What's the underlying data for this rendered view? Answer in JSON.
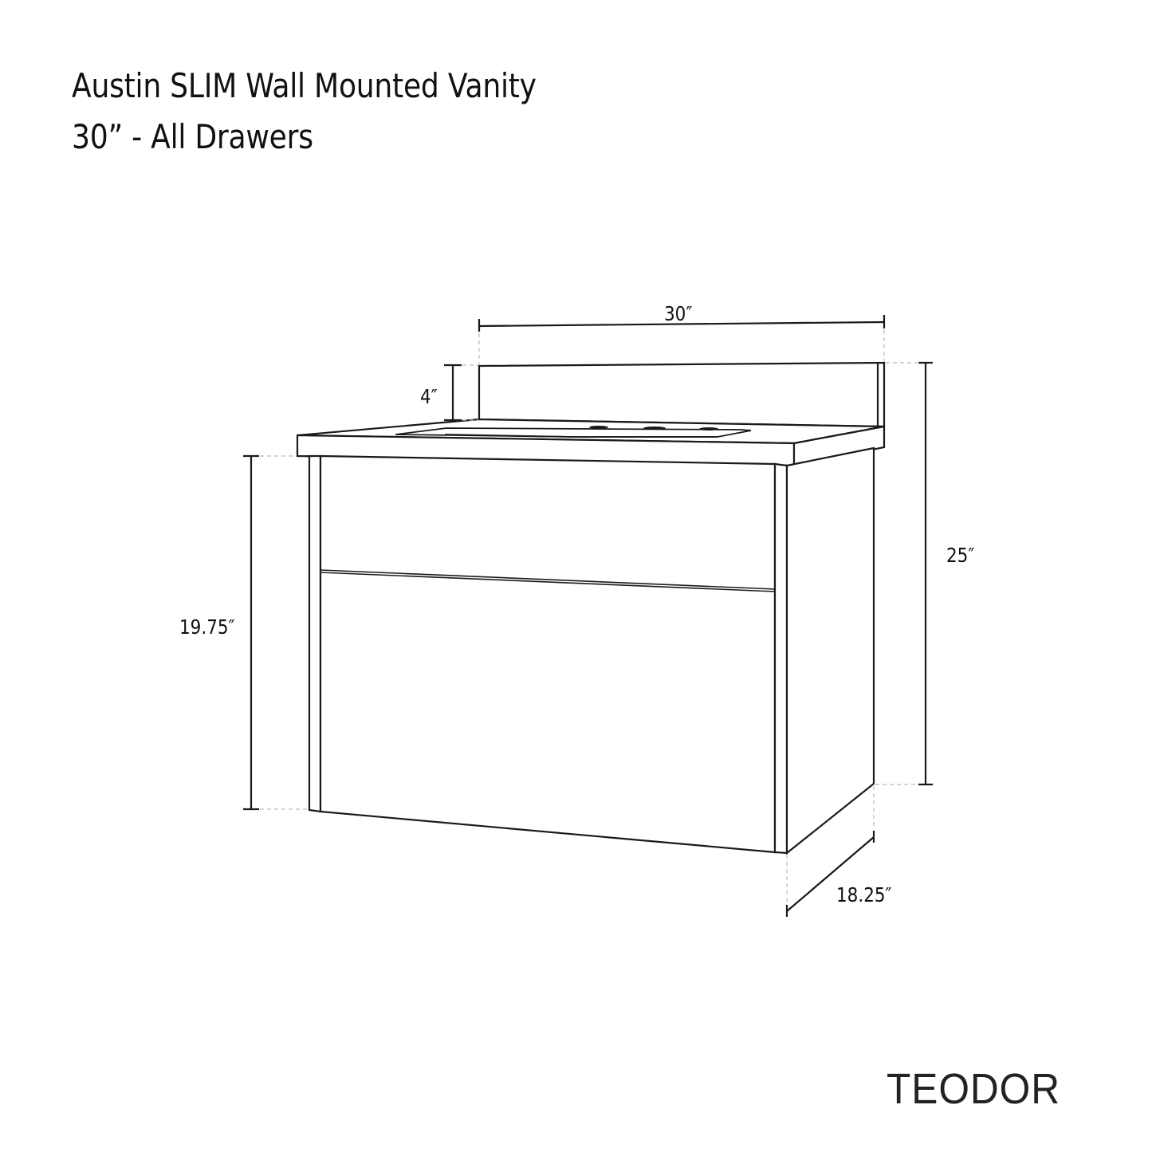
{
  "header": {
    "title": "Austin SLIM Wall Mounted Vanity",
    "subtitle": "30”  - All Drawers"
  },
  "brand": {
    "logo_text": "TEODOR"
  },
  "diagram": {
    "type": "dimension-line-drawing",
    "subject": "wall mounted vanity with backsplash, countertop with undermount sink and 3 faucet holes, two drawers",
    "dimensions": {
      "width": "30″",
      "backsplash_height": "4″",
      "cabinet_height": "19.75″",
      "total_height": "25″",
      "depth": "18.25″"
    },
    "line_color": "#1a1a1a",
    "guide_color": "#bbbbbb"
  }
}
